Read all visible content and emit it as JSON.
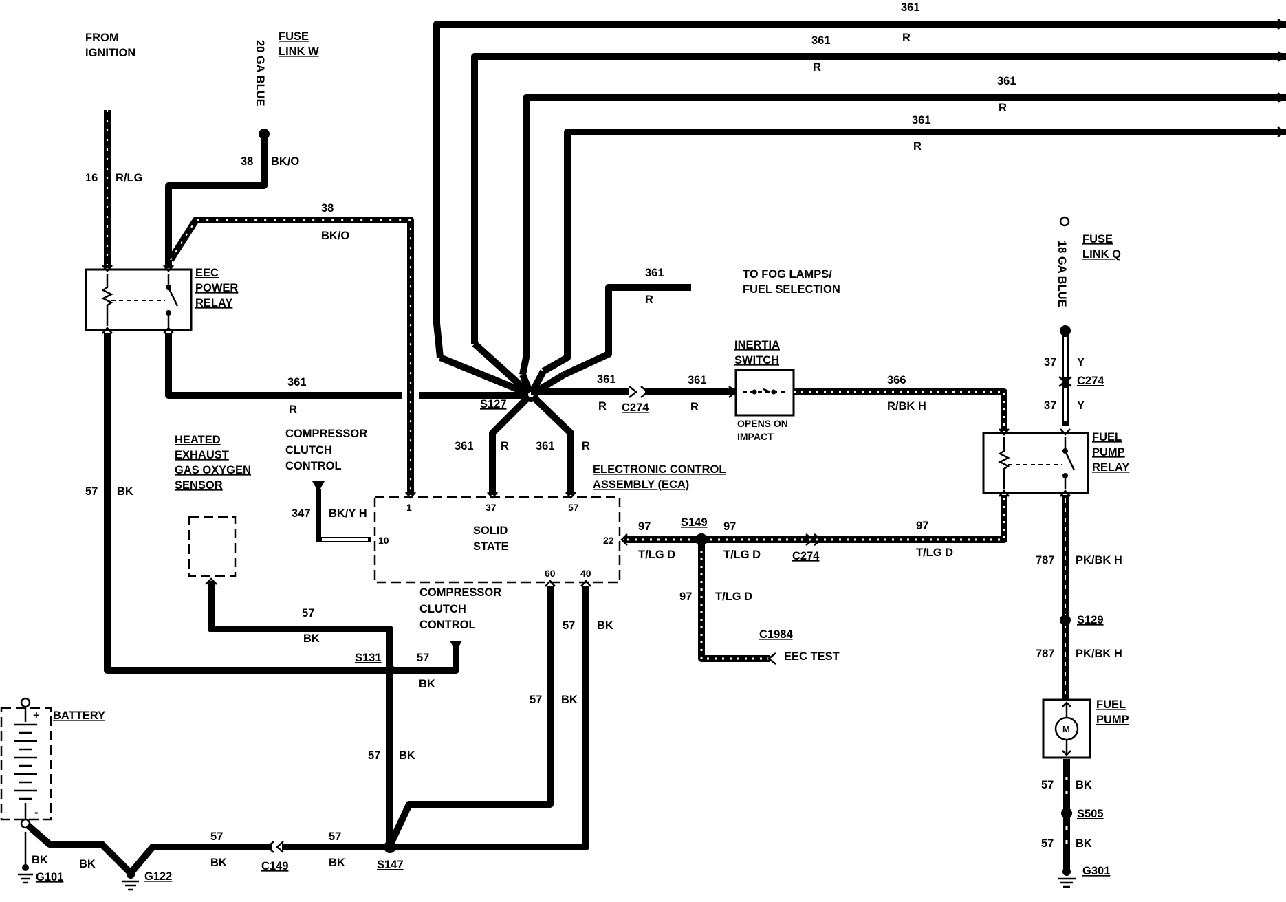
{
  "diagram": {
    "labels": {
      "from_ignition": [
        "FROM",
        "IGNITION"
      ],
      "fuse_link_w": [
        "FUSE",
        "LINK W"
      ],
      "ga20_blue": "20 GA BLUE",
      "fuse_link_q": [
        "FUSE",
        "LINK Q"
      ],
      "ga18_blue": "18 GA BLUE",
      "eec_power_relay": [
        "EEC",
        "POWER",
        "RELAY"
      ],
      "heated_sensor": [
        "HEATED",
        "EXHAUST",
        "GAS OXYGEN",
        "SENSOR"
      ],
      "compressor_top": [
        "COMPRESSOR",
        "CLUTCH",
        "CONTROL"
      ],
      "compressor_bottom": [
        "COMPRESSOR",
        "CLUTCH",
        "CONTROL"
      ],
      "solid_state": [
        "SOLID",
        "STATE"
      ],
      "eca": [
        "ELECTRONIC CONTROL",
        "ASSEMBLY (ECA)"
      ],
      "to_fog_lamps": [
        "TO FOG LAMPS/",
        "FUEL SELECTION"
      ],
      "inertia_switch": [
        "INERTIA",
        "SWITCH"
      ],
      "opens_on_impact": [
        "OPENS ON",
        "IMPACT"
      ],
      "fuel_pump_relay": [
        "FUEL",
        "PUMP",
        "RELAY"
      ],
      "fuel_pump": [
        "FUEL",
        "PUMP"
      ],
      "battery": "BATTERY",
      "eec_test": "EEC TEST",
      "motor": "M",
      "plus": "+",
      "minus": "-"
    },
    "ecapins": {
      "p1": "1",
      "p37": "37",
      "p57": "57",
      "p10": "10",
      "p22": "22",
      "p60": "60",
      "p40": "40"
    },
    "connectors": {
      "s127": "S127",
      "c274a": "C274",
      "c274b": "C274",
      "c274c": "C274",
      "s149": "S149",
      "c1984": "C1984",
      "s131": "S131",
      "s147": "S147",
      "c149": "C149",
      "g101": "G101",
      "g122": "G122",
      "s129": "S129",
      "s505": "S505",
      "g301": "G301"
    },
    "wires": {
      "w16": "16",
      "rlg": "R/LG",
      "w38a": "38",
      "bko_a": "BK/O",
      "w38b": "38",
      "bko_b": "BK/O",
      "w361_top1": "361",
      "r_top1": "R",
      "w361_top2": "361",
      "r_top2": "R",
      "w361_top3": "361",
      "r_top3": "R",
      "w361_top4": "361",
      "r_top4": "R",
      "w361_fog": "361",
      "r_fog": "R",
      "w361_relay": "361",
      "r_relay": "R",
      "w361_c274": "361",
      "r_c274": "R",
      "w361_inertia": "361",
      "r_inertia": "R",
      "w361_e37": "361",
      "r_e37": "R",
      "w361_e57": "361",
      "r_e57": "R",
      "w366": "366",
      "rbkh": "R/BK H",
      "w37a": "37",
      "y_a": "Y",
      "w37b": "37",
      "y_b": "Y",
      "w347": "347",
      "bkyh": "BK/Y H",
      "w97a": "97",
      "tlgd_a": "T/LG D",
      "w97b": "97",
      "tlgd_b": "T/LG D",
      "w97c": "97",
      "tlgd_c": "T/LG D",
      "w97d": "97",
      "tlgd_d": "T/LG D",
      "w787a": "787",
      "pkbkh_a": "PK/BK H",
      "w787b": "787",
      "pkbkh_b": "PK/BK H",
      "w57_left": "57",
      "bk_left": "BK",
      "w57_sensor": "57",
      "bk_sensor": "BK",
      "w57_s131": "57",
      "bk_s131": "BK",
      "w57_vert": "57",
      "bk_vert": "BK",
      "w57_60": "57",
      "bk_60": "BK",
      "w57_40": "57",
      "bk_40": "BK",
      "w57_c149a": "57",
      "bk_c149a": "BK",
      "w57_c149b": "57",
      "bk_c149b": "BK",
      "bk_g101": "BK",
      "bk_g122": "BK",
      "w57_pump": "57",
      "bk_pump": "BK",
      "w57_g301": "57",
      "bk_g301": "BK"
    }
  }
}
